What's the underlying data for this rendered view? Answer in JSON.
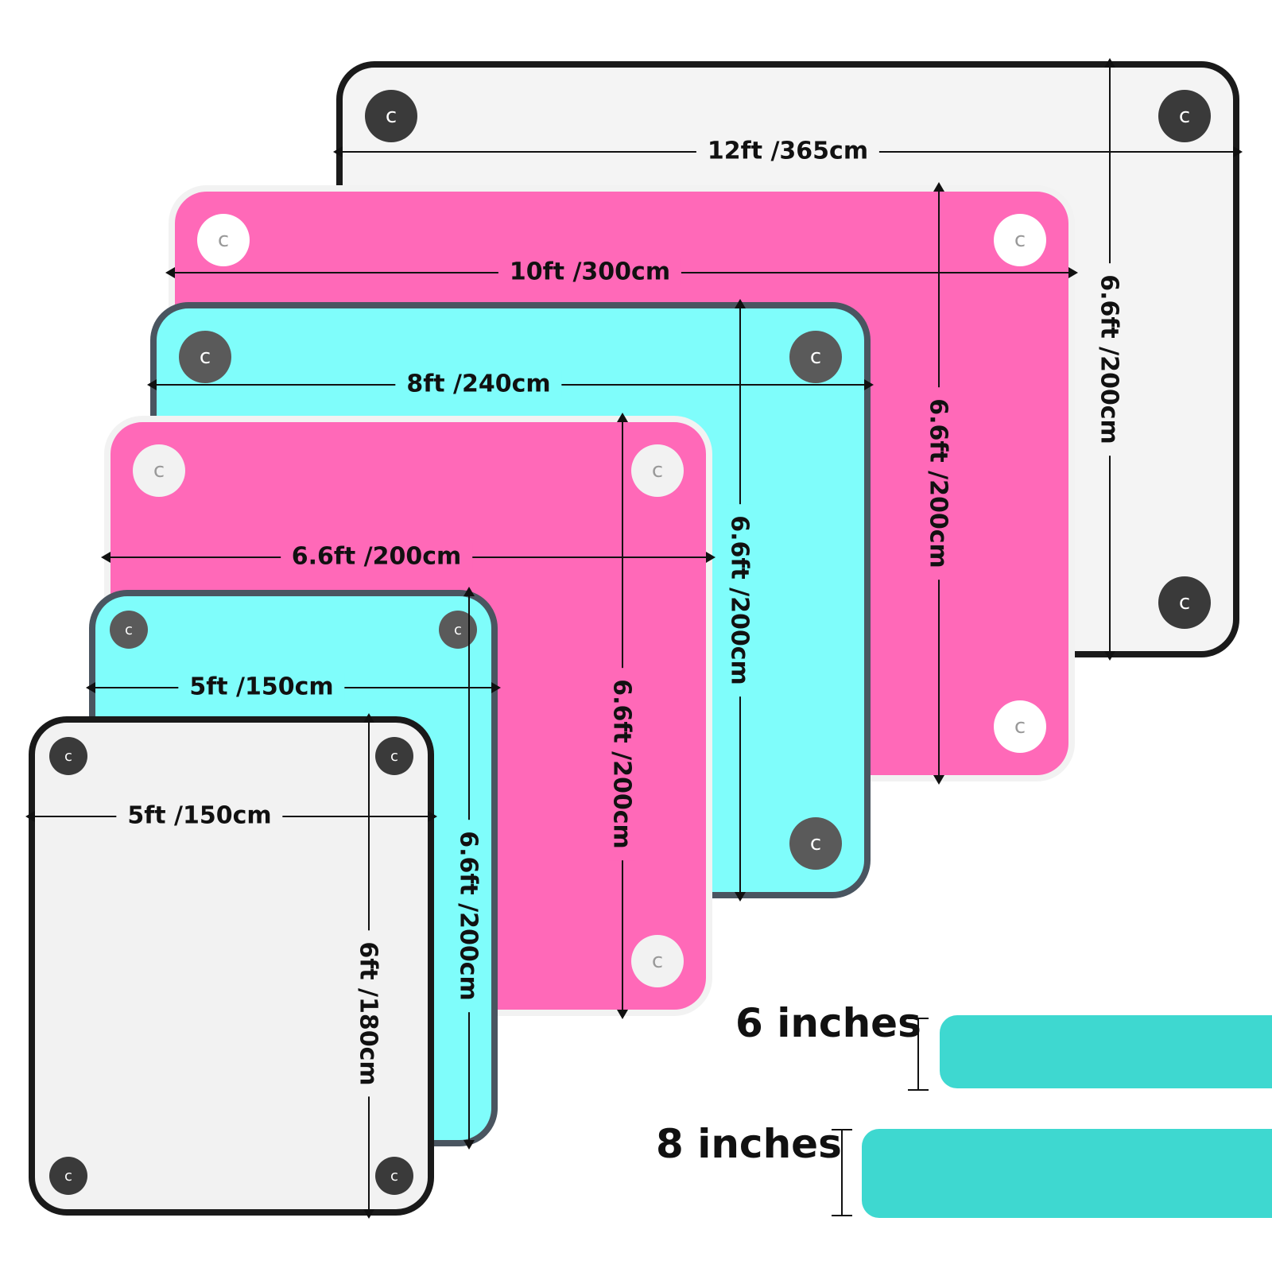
{
  "mats": [
    {
      "name": "mat-12ft",
      "color": "#f4f4f4",
      "border": "#1a1a1a",
      "grommet": "#3a3a3a",
      "width_label": "12ft /365cm",
      "length_label": "6.6ft /200cm"
    },
    {
      "name": "mat-10ft",
      "color": "#ff69b8",
      "border": "#f2f2f2",
      "grommet": "#ffffff",
      "width_label": "10ft /300cm",
      "length_label": "6.6ft /200cm"
    },
    {
      "name": "mat-8ft",
      "color": "#7ffdfb",
      "border": "#4a5560",
      "grommet": "#5a5a5a",
      "width_label": "8ft /240cm",
      "length_label": "6.6ft /200cm"
    },
    {
      "name": "mat-6-6ft",
      "color": "#ff69b8",
      "border": "#f2f2f2",
      "grommet": "#f2f2f2",
      "width_label": "6.6ft /200cm",
      "length_label": "6.6ft /200cm"
    },
    {
      "name": "mat-5ft-cyan",
      "color": "#7ffdfb",
      "border": "#4a5560",
      "grommet": "#5a5a5a",
      "width_label": "5ft /150cm",
      "length_label": "6.6ft /200cm"
    },
    {
      "name": "mat-5ft-white",
      "color": "#f2f2f2",
      "border": "#1a1a1a",
      "grommet": "#3a3a3a",
      "width_label": "5ft /150cm",
      "length_label": "6ft /180cm"
    }
  ],
  "thickness": [
    {
      "label": "6 inches"
    },
    {
      "label": "8 inches"
    }
  ],
  "bar_color": "#3ed8d0"
}
